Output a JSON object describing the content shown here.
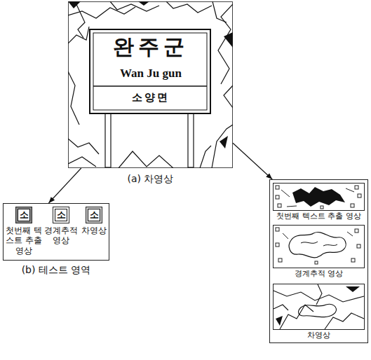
{
  "diagram": {
    "nodes": [
      {
        "text": [
          "완주군",
          "Wan Ju gun",
          "소양면",
          "(a) 차영상"
        ]
      },
      {
        "text": [
          "(b) 테스트 영역"
        ]
      },
      {
        "text": [
          "소",
          "첫번째 텍스트 추출영상"
        ],
        "in": 1
      },
      {
        "text": [
          "소",
          "경계추적 영상"
        ],
        "in": 1
      },
      {
        "text": [
          "소",
          "차영상"
        ],
        "in": 1
      },
      {
        "text": []
      },
      {
        "text": [
          "첫번째 텍스트 추출 영상"
        ],
        "in": 5
      },
      {
        "text": [
          "경계추적 영상"
        ],
        "in": 5
      },
      {
        "text": [
          "차영상"
        ],
        "in": 5
      }
    ],
    "edges": [
      {
        "from": 0,
        "to": 1,
        "arrow": "to"
      },
      {
        "from": 0,
        "to": 5,
        "arrow": "to"
      }
    ]
  }
}
